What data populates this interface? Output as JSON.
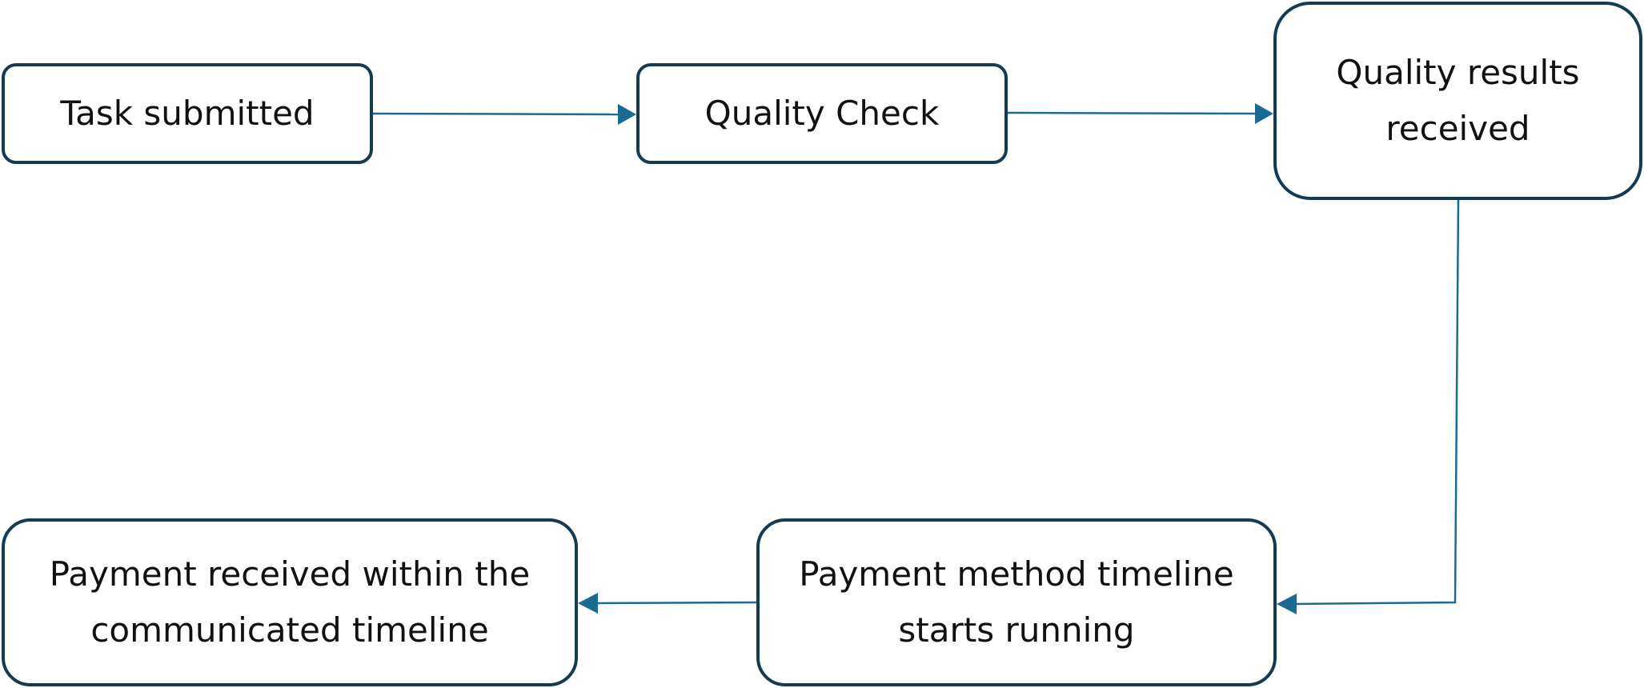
{
  "colors": {
    "node_border": "#163a52",
    "edge": "#1a6a91",
    "text": "#111111"
  },
  "nodes": {
    "task_submitted": "Task submitted",
    "quality_check": "Quality Check",
    "quality_results": "Quality results received",
    "payment_timeline": "Payment method timeline starts running",
    "payment_received": "Payment received within the communicated timeline"
  }
}
